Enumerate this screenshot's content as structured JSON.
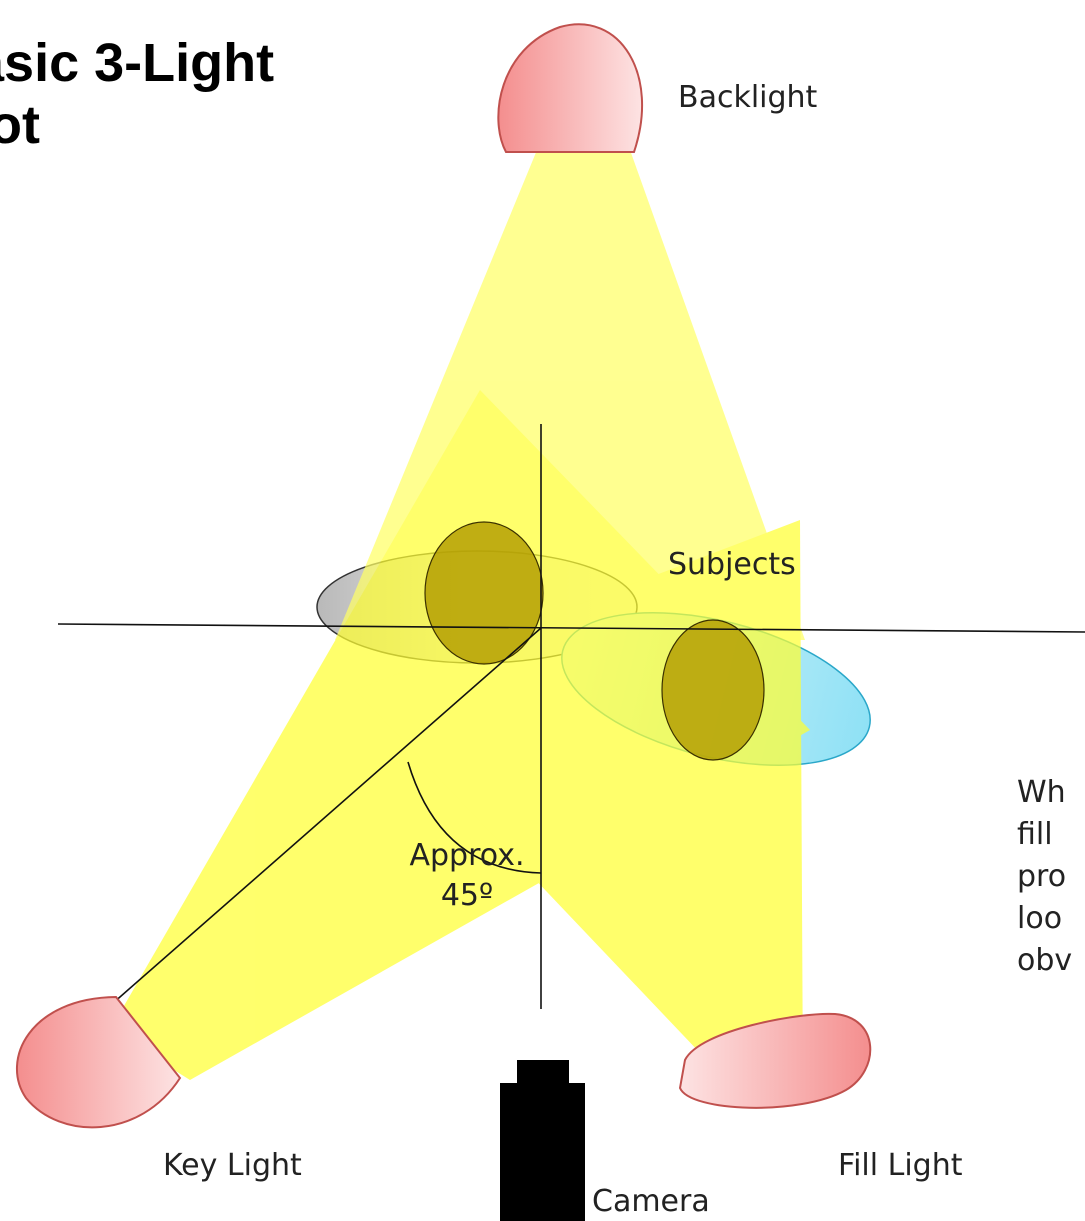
{
  "title": {
    "line1": "asic 3-Light",
    "line2": "lot"
  },
  "labels": {
    "backlight": "Backlight",
    "subjects": "Subjects",
    "key_light": "Key Light",
    "fill_light": "Fill Light",
    "camera": "Camera",
    "angle_line1": "Approx.",
    "angle_line2": "45º"
  },
  "side_note": [
    "Wh",
    "fill",
    "pro",
    "loo",
    "obv"
  ],
  "colors": {
    "light_beam": "#ffff66",
    "lamp_fill": "#f7a8a8",
    "lamp_stroke": "#c0504d",
    "subject_one": "#c8c8c8",
    "subject_two": "#a9e8f7",
    "head": "#b09a00",
    "camera": "#000000"
  }
}
